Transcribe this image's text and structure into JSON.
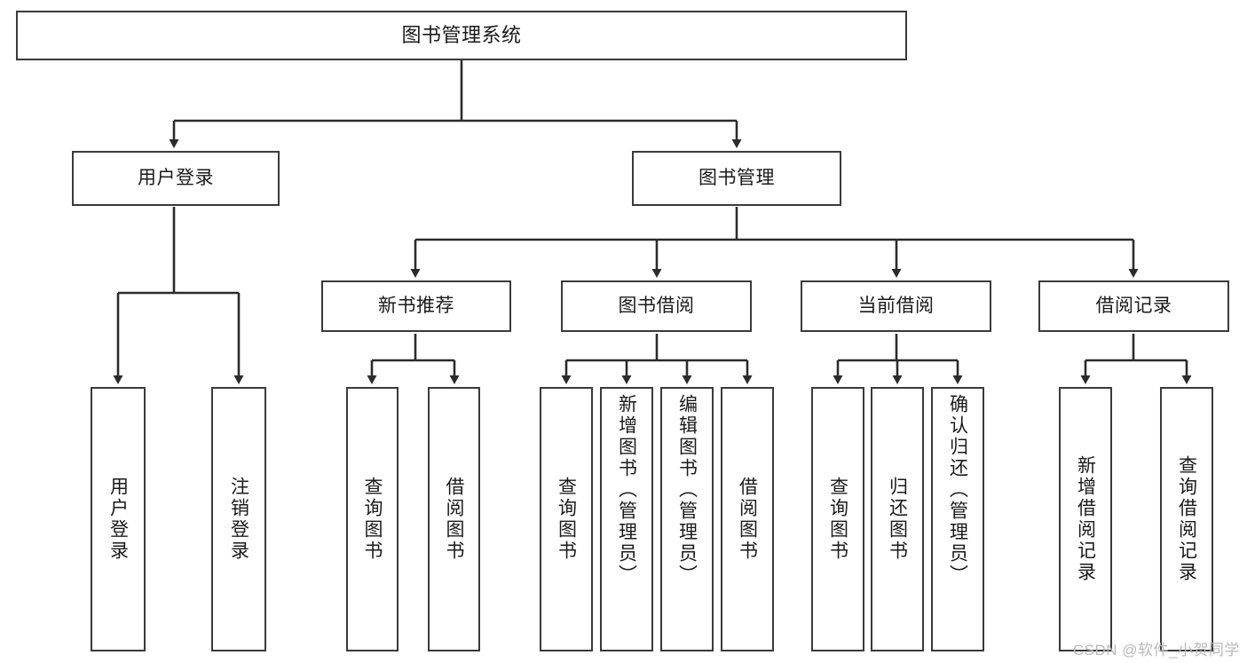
{
  "diagram": {
    "title": "图书管理系统",
    "watermark": "CSDN @软件_小贺同学",
    "type": "tree-hierarchy-diagram",
    "colors": {
      "box_border": "#3a3a3a",
      "box_fill": "#ffffff",
      "connector": "#2b2b2b",
      "text": "#1a1a1a",
      "watermark": "#b9b9b9",
      "background": "#ffffff"
    }
  },
  "nodes": {
    "root": {
      "label": "图书管理系统"
    },
    "level2": [
      {
        "label": "用户登录"
      },
      {
        "label": "图书管理"
      }
    ],
    "level3": [
      {
        "label": "新书推荐"
      },
      {
        "label": "图书借阅"
      },
      {
        "label": "当前借阅"
      },
      {
        "label": "借阅记录"
      }
    ],
    "leaves": {
      "user_login": [
        {
          "label": "用户登录"
        },
        {
          "label": "注销登录"
        }
      ],
      "new_book_recommend": [
        {
          "label": "查询图书"
        },
        {
          "label": "借阅图书"
        }
      ],
      "book_borrow": [
        {
          "label": "查询图书"
        },
        {
          "label": "新增图书（管理员）"
        },
        {
          "label": "编辑图书（管理员）"
        },
        {
          "label": "借阅图书"
        }
      ],
      "current_borrow": [
        {
          "label": "查询图书"
        },
        {
          "label": "归还图书"
        },
        {
          "label": "确认归还（管理员）"
        }
      ],
      "borrow_record": [
        {
          "label": "新增借阅记录"
        },
        {
          "label": "查询借阅记录"
        }
      ]
    }
  }
}
